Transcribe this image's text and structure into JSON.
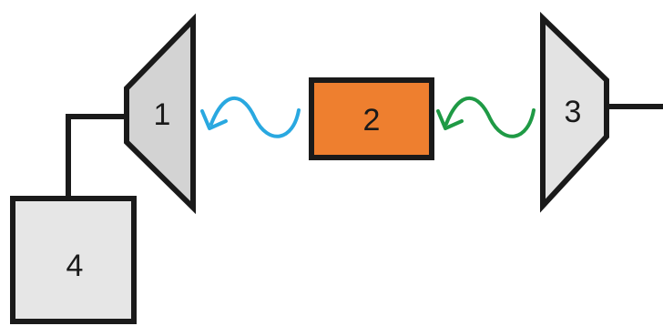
{
  "components": [
    {
      "id": "1",
      "label": "1",
      "kind": "trapezoid",
      "fill": "#d3d3d3"
    },
    {
      "id": "2",
      "label": "2",
      "kind": "box",
      "fill": "#ee7f2f"
    },
    {
      "id": "3",
      "label": "3",
      "kind": "trapezoid",
      "fill": "#e3e3e3"
    },
    {
      "id": "4",
      "label": "4",
      "kind": "box",
      "fill": "#e6e6e6"
    }
  ],
  "waves": [
    {
      "from": "2",
      "to": "1",
      "color": "#29a8e0",
      "symbol": "wave-arrow"
    },
    {
      "from": "3",
      "to": "2",
      "color": "#1f9a45",
      "symbol": "wave-arrow"
    }
  ],
  "connections": [
    {
      "from": "1",
      "to": "4"
    },
    {
      "from": "3",
      "to": "offscreen-right"
    }
  ],
  "stroke_color": "#1a1a1a"
}
